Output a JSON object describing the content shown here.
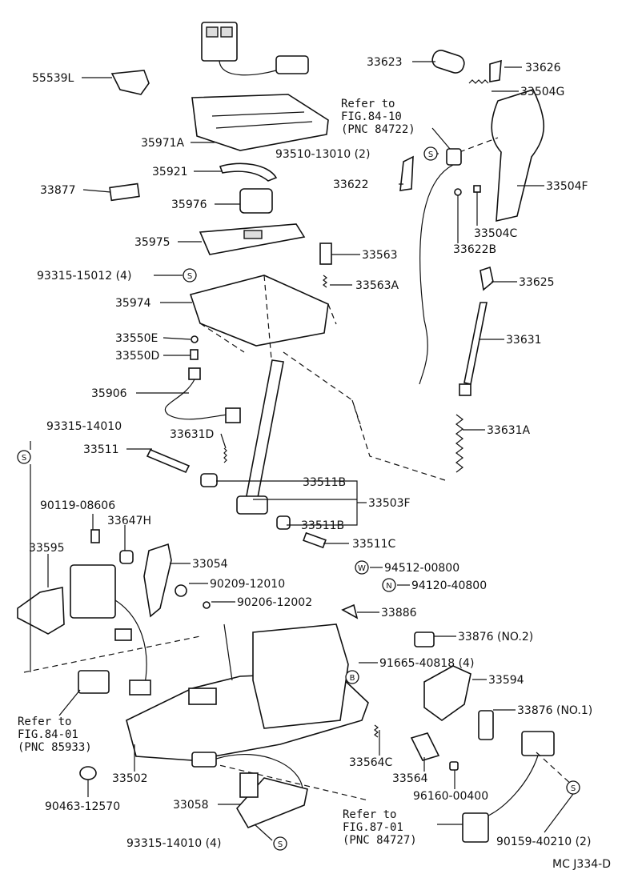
{
  "labels": {
    "p55539L": "55539L",
    "p33623": "33623",
    "p33626": "33626",
    "p33504G": "33504G",
    "p35971A": "35971A",
    "p35921": "35921",
    "p33877": "33877",
    "p35976": "35976",
    "p35975": "35975",
    "p93315_15012": "93315-15012 (4)",
    "p35974": "35974",
    "p33550E": "33550E",
    "p33550D": "33550D",
    "p35906": "35906",
    "p93315_14010": "93315-14010",
    "p33511": "33511",
    "p33631D": "33631D",
    "p33511B_a": "33511B",
    "p33503F": "33503F",
    "p33511B_b": "33511B",
    "p33511C": "33511C",
    "p90119": "90119-08606",
    "p33647H": "33647H",
    "p33595": "33595",
    "p33054": "33054",
    "p90209": "90209-12010",
    "p90206": "90206-12002",
    "p94512": "94512-00800",
    "p94120": "94120-40800",
    "p33886": "33886",
    "p33876_2": "33876 (NO.2)",
    "p91665": "91665-40818 (4)",
    "p33594": "33594",
    "p33876_1": "33876 (NO.1)",
    "p33564C": "33564C",
    "p33564": "33564",
    "p96160": "96160-00400",
    "p33502": "33502",
    "p90463": "90463-12570",
    "p33058": "33058",
    "p93315_14010_4": "93315-14010 (4)",
    "p90159": "90159-40210 (2)",
    "p93510": "93510-13010 (2)",
    "p33622": "33622",
    "p33504F": "33504F",
    "p33504C": "33504C",
    "p33622B": "33622B",
    "p33563": "33563",
    "p33563A": "33563A",
    "p33625": "33625",
    "p33631": "33631",
    "p33631A": "33631A"
  },
  "refs": {
    "r84_10": [
      "Refer to",
      "FIG.84-10",
      "(PNC 84722)"
    ],
    "r84_01": [
      "Refer to",
      "FIG.84-01",
      "(PNC 85933)"
    ],
    "r87_01": [
      "Refer to",
      "FIG.87-01",
      "(PNC 84727)"
    ]
  },
  "symbols": {
    "s": "S",
    "w": "W",
    "n": "N",
    "b": "B"
  },
  "footer": {
    "code": "MC J334-D"
  }
}
